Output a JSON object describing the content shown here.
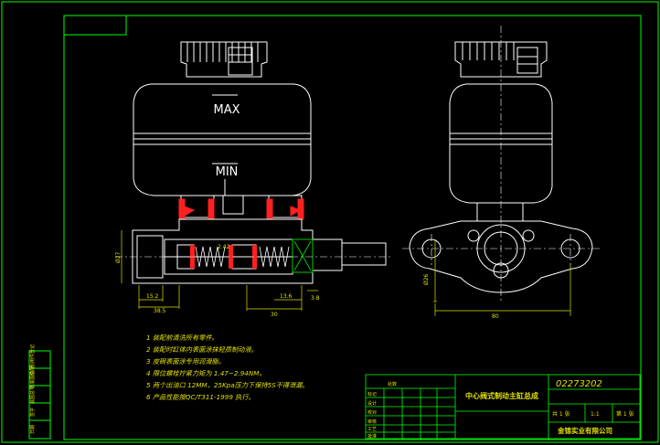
{
  "drawing": {
    "reservoir_max_label": "MAX",
    "reservoir_min_label": "MIN",
    "colors": {
      "background": "#000000",
      "frame": "#00ff00",
      "outline": "#ffffff",
      "dimension": "#e0e000",
      "seal": "#ff2020",
      "centerline": "#ffffff",
      "hatch": "#00cc00"
    }
  },
  "dimensions": {
    "front_inner": "2.42",
    "front_bore": "Ø27",
    "front_a": "15.2",
    "front_b": "38.5",
    "front_c": "30",
    "front_d": "13.6",
    "front_e": "3.8",
    "side_height": "Ø26",
    "side_width": "80"
  },
  "notes": [
    "1 装配前清洗所有零件。",
    "2 装配时缸体内表面涂抹轻质制动液。",
    "3 皮碗表面涂专用润滑脂。",
    "4 限位螺栓拧紧力矩为 1.47~2.94NM。",
    "5 两个出油口 12MM，25Kpa压力下保持5S不得泄漏。",
    "6 产品性能按QC/T311-1999 执行。"
  ],
  "title_block": {
    "drawing_number": "02273202",
    "part_name": "中心阀式制动主缸总成",
    "company": "金锦实业有限公司",
    "scale": "1:1",
    "sheets": "共 1 张",
    "sheet_index": "第 1 张",
    "row_labels": [
      "标记",
      "设计",
      "校对",
      "审核",
      "工艺",
      "批准"
    ],
    "col_header": "处数"
  },
  "left_strip_labels": [
    "借(通)用件登记",
    "旧底图总号",
    "底图总号",
    "签字",
    "日期"
  ]
}
